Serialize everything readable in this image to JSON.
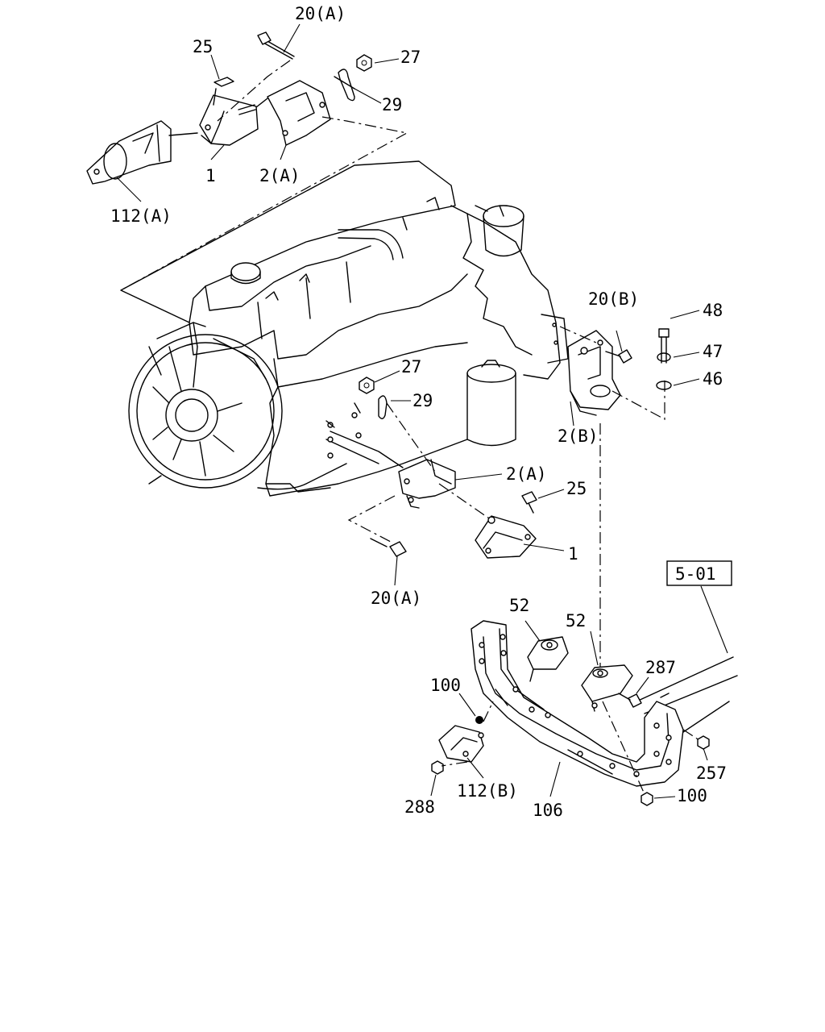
{
  "labels": {
    "l_20a_top": "20(A)",
    "l_25_top": "25",
    "l_27_top": "27",
    "l_29_top": "29",
    "l_1_top": "1",
    "l_2a_top": "2(A)",
    "l_112a": "112(A)",
    "l_20b": "20(B)",
    "l_48": "48",
    "l_47": "47",
    "l_46": "46",
    "l_2b": "2(B)",
    "l_27_mid": "27",
    "l_29_mid": "29",
    "l_2a_mid": "2(A)",
    "l_25_mid": "25",
    "l_1_mid": "1",
    "l_20a_bot": "20(A)",
    "l_ref": "5-01",
    "l_52a": "52",
    "l_52b": "52",
    "l_287": "287",
    "l_100a": "100",
    "l_257": "257",
    "l_100b": "100",
    "l_288": "288",
    "l_112b": "112(B)",
    "l_106": "106"
  }
}
